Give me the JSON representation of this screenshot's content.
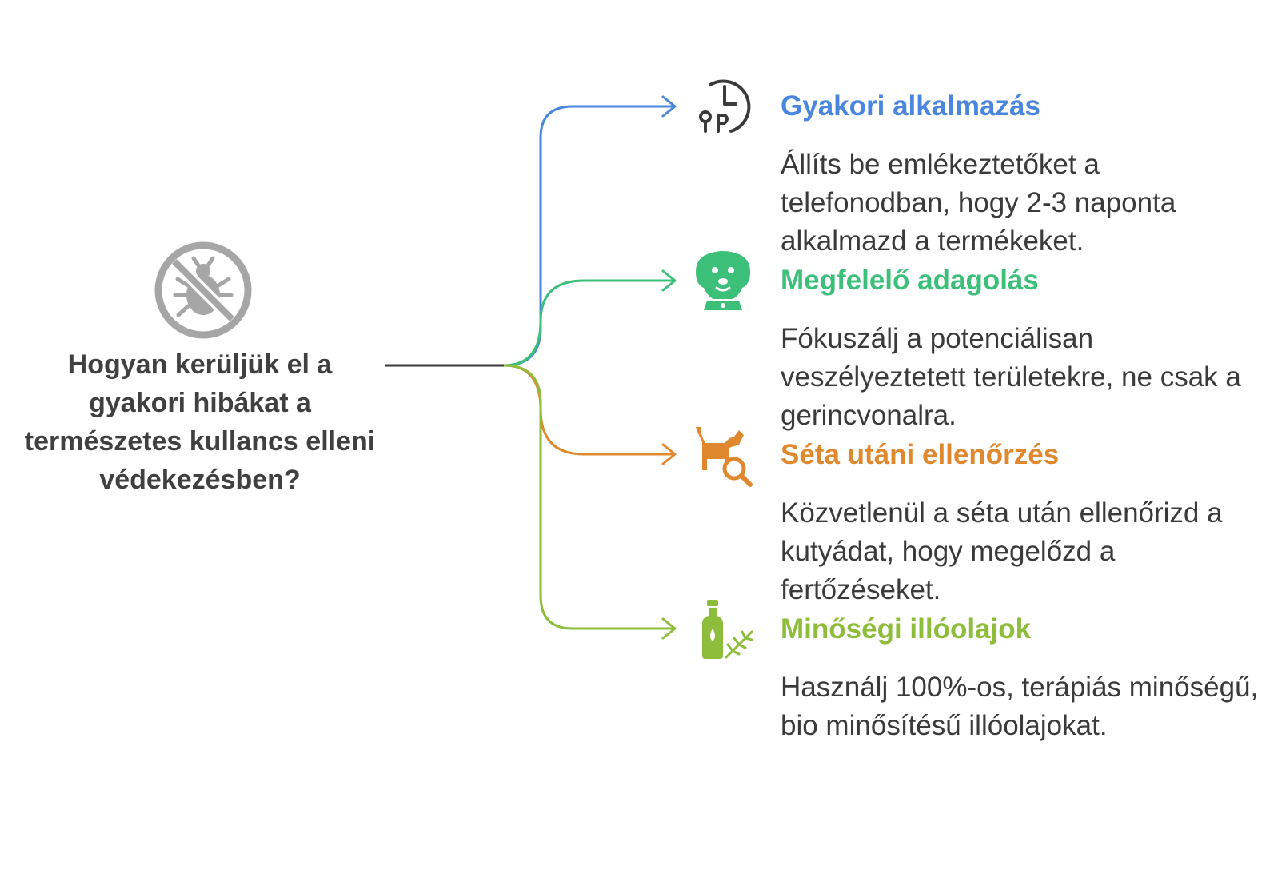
{
  "question": "Hogyan kerüljük el a gyakori hibákat a természetes kullancs elleni védekezésben?",
  "colors": {
    "stem": "#3a3a3a",
    "blue": "#4a86dd",
    "green": "#3cbf78",
    "orange": "#e0882e",
    "lime": "#8dbd3a",
    "icon_gray": "#a6a6a6"
  },
  "icons": {
    "center": "no-tick-icon",
    "item1": "clock-icon",
    "item2": "dog-icon",
    "item3": "dog-search-icon",
    "item4": "oil-bottle-herb-icon"
  },
  "items": [
    {
      "title": "Gyakori alkalmazás",
      "desc": "Állíts be emlékeztetőket a telefonodban, hogy 2-3 naponta alkalmazd a termékeket."
    },
    {
      "title": "Megfelelő adagolás",
      "desc": "Fókuszálj a potenciálisan veszélyeztetett területekre, ne csak a gerincvonalra."
    },
    {
      "title": "Séta utáni ellenőrzés",
      "desc": "Közvetlenül a séta után ellenőrizd a kutyádat, hogy megelőzd a fertőzéseket."
    },
    {
      "title": "Minőségi illóolajok",
      "desc": "Használj 100%-os, terápiás minőségű, bio minősítésű illóolajokat."
    }
  ]
}
